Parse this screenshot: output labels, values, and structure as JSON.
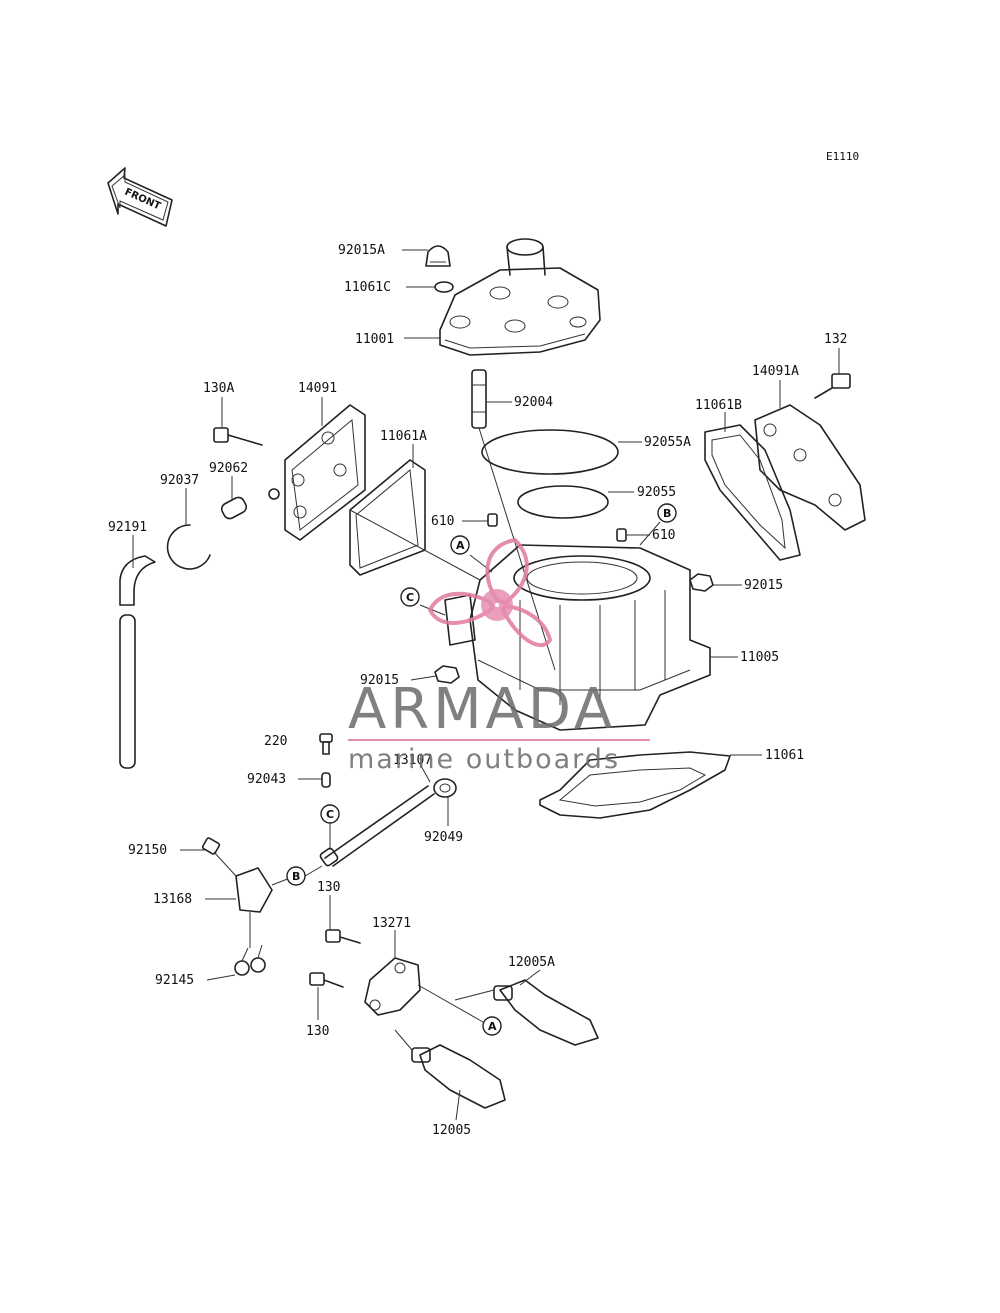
{
  "diagram_code": "E1110",
  "front_label": "FRONT",
  "watermark": {
    "brand": "ARMADA",
    "tagline": "marine outboards",
    "color_pink": "#e07aa0",
    "color_gray": "#6b6b6b"
  },
  "part_labels": [
    {
      "id": "p92015A",
      "text": "92015A"
    },
    {
      "id": "p11061C",
      "text": "11061C"
    },
    {
      "id": "p11001",
      "text": "11001"
    },
    {
      "id": "p132",
      "text": "132"
    },
    {
      "id": "p14091A",
      "text": "14091A"
    },
    {
      "id": "p130A",
      "text": "130A"
    },
    {
      "id": "p14091",
      "text": "14091"
    },
    {
      "id": "p92004",
      "text": "92004"
    },
    {
      "id": "p11061B",
      "text": "11061B"
    },
    {
      "id": "p11061A",
      "text": "11061A"
    },
    {
      "id": "p92055A",
      "text": "92055A"
    },
    {
      "id": "p92062",
      "text": "92062"
    },
    {
      "id": "p92037",
      "text": "92037"
    },
    {
      "id": "p92055",
      "text": "92055"
    },
    {
      "id": "p92191",
      "text": "92191"
    },
    {
      "id": "p610a",
      "text": "610"
    },
    {
      "id": "p610b",
      "text": "610"
    },
    {
      "id": "p92015a",
      "text": "92015"
    },
    {
      "id": "p11005",
      "text": "11005"
    },
    {
      "id": "p92015b",
      "text": "92015"
    },
    {
      "id": "p220",
      "text": "220"
    },
    {
      "id": "p13107",
      "text": "13107"
    },
    {
      "id": "p11061",
      "text": "11061"
    },
    {
      "id": "p92043",
      "text": "92043"
    },
    {
      "id": "p92049",
      "text": "92049"
    },
    {
      "id": "p92150",
      "text": "92150"
    },
    {
      "id": "p130a",
      "text": "130"
    },
    {
      "id": "p13168",
      "text": "13168"
    },
    {
      "id": "p13271",
      "text": "13271"
    },
    {
      "id": "p12005A",
      "text": "12005A"
    },
    {
      "id": "p92145",
      "text": "92145"
    },
    {
      "id": "p130b",
      "text": "130"
    },
    {
      "id": "p12005",
      "text": "12005"
    }
  ],
  "ref_markers": {
    "A": "A",
    "B": "B",
    "C": "C"
  }
}
